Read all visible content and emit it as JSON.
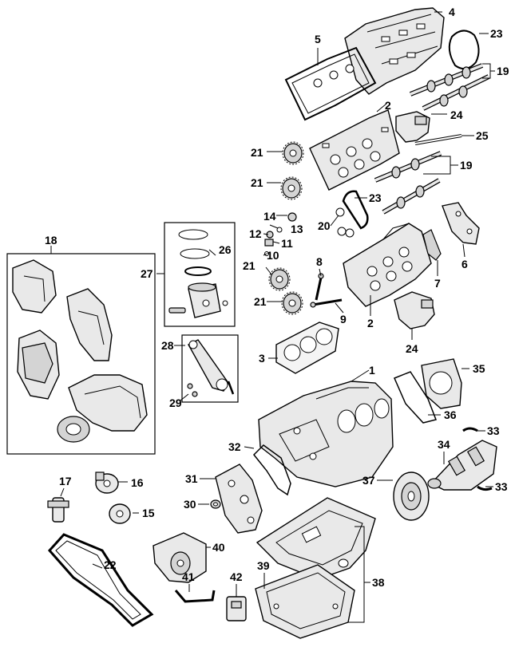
{
  "diagram": {
    "callouts": [
      {
        "id": "c1",
        "text": "1"
      },
      {
        "id": "c2a",
        "text": "2"
      },
      {
        "id": "c2b",
        "text": "2"
      },
      {
        "id": "c3",
        "text": "3"
      },
      {
        "id": "c4",
        "text": "4"
      },
      {
        "id": "c5",
        "text": "5"
      },
      {
        "id": "c6",
        "text": "6"
      },
      {
        "id": "c7",
        "text": "7"
      },
      {
        "id": "c8",
        "text": "8"
      },
      {
        "id": "c9",
        "text": "9"
      },
      {
        "id": "c10",
        "text": "10"
      },
      {
        "id": "c11",
        "text": "11"
      },
      {
        "id": "c12",
        "text": "12"
      },
      {
        "id": "c13",
        "text": "13"
      },
      {
        "id": "c14",
        "text": "14"
      },
      {
        "id": "c15",
        "text": "15"
      },
      {
        "id": "c16",
        "text": "16"
      },
      {
        "id": "c17",
        "text": "17"
      },
      {
        "id": "c18",
        "text": "18"
      },
      {
        "id": "c19a",
        "text": "19"
      },
      {
        "id": "c19b",
        "text": "19"
      },
      {
        "id": "c20",
        "text": "20"
      },
      {
        "id": "c21a",
        "text": "21"
      },
      {
        "id": "c21b",
        "text": "21"
      },
      {
        "id": "c21c",
        "text": "21"
      },
      {
        "id": "c21d",
        "text": "21"
      },
      {
        "id": "c22",
        "text": "22"
      },
      {
        "id": "c23a",
        "text": "23"
      },
      {
        "id": "c23b",
        "text": "23"
      },
      {
        "id": "c24a",
        "text": "24"
      },
      {
        "id": "c24b",
        "text": "24"
      },
      {
        "id": "c25",
        "text": "25"
      },
      {
        "id": "c26",
        "text": "26"
      },
      {
        "id": "c27",
        "text": "27"
      },
      {
        "id": "c28",
        "text": "28"
      },
      {
        "id": "c29",
        "text": "29"
      },
      {
        "id": "c30",
        "text": "30"
      },
      {
        "id": "c31",
        "text": "31"
      },
      {
        "id": "c32",
        "text": "32"
      },
      {
        "id": "c33a",
        "text": "33"
      },
      {
        "id": "c33b",
        "text": "33"
      },
      {
        "id": "c34",
        "text": "34"
      },
      {
        "id": "c35",
        "text": "35"
      },
      {
        "id": "c36",
        "text": "36"
      },
      {
        "id": "c37",
        "text": "37"
      },
      {
        "id": "c38",
        "text": "38"
      },
      {
        "id": "c39",
        "text": "39"
      },
      {
        "id": "c40",
        "text": "40"
      },
      {
        "id": "c41",
        "text": "41"
      },
      {
        "id": "c42",
        "text": "42"
      }
    ]
  }
}
